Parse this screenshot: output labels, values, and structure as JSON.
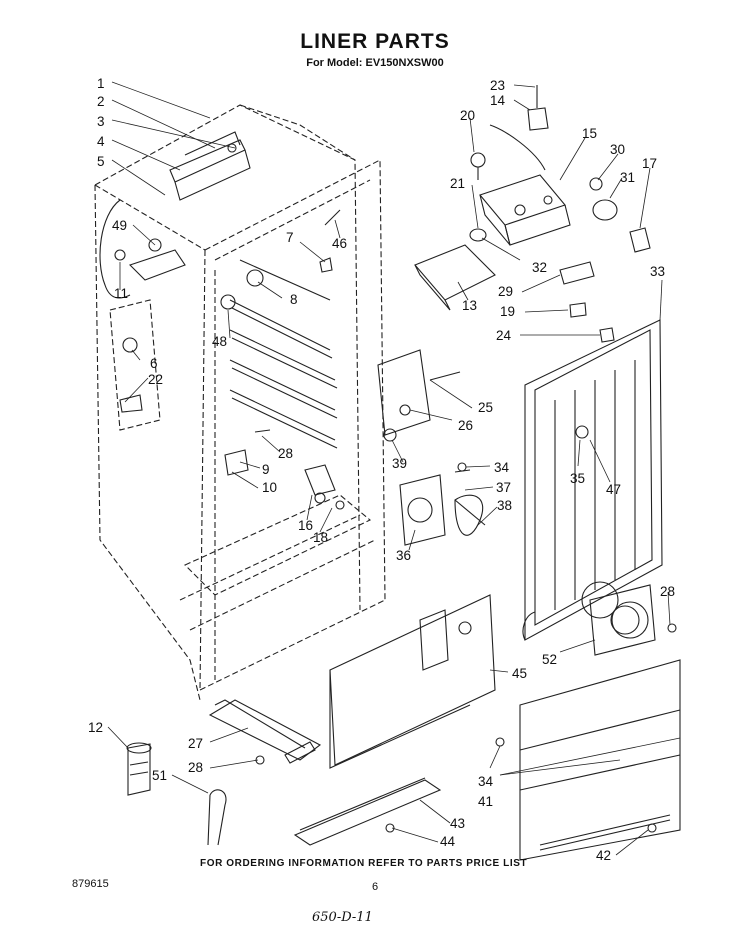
{
  "title": "LINER PARTS",
  "model_line": "For Model: EV150NXSW00",
  "footer": "FOR ORDERING INFORMATION REFER TO PARTS PRICE LIST",
  "doc_number": "879615",
  "page_number": "6",
  "handwritten_note": "650-D-11",
  "callouts": [
    "1",
    "2",
    "3",
    "4",
    "5",
    "49",
    "11",
    "6",
    "22",
    "48",
    "7",
    "46",
    "8",
    "28",
    "9",
    "10",
    "16",
    "18",
    "12",
    "27",
    "28",
    "51",
    "23",
    "14",
    "20",
    "15",
    "30",
    "17",
    "21",
    "31",
    "32",
    "13",
    "29",
    "19",
    "24",
    "33",
    "25",
    "26",
    "39",
    "34",
    "37",
    "38",
    "36",
    "35",
    "47",
    "28",
    "52",
    "45",
    "34",
    "41",
    "43",
    "44",
    "42"
  ]
}
